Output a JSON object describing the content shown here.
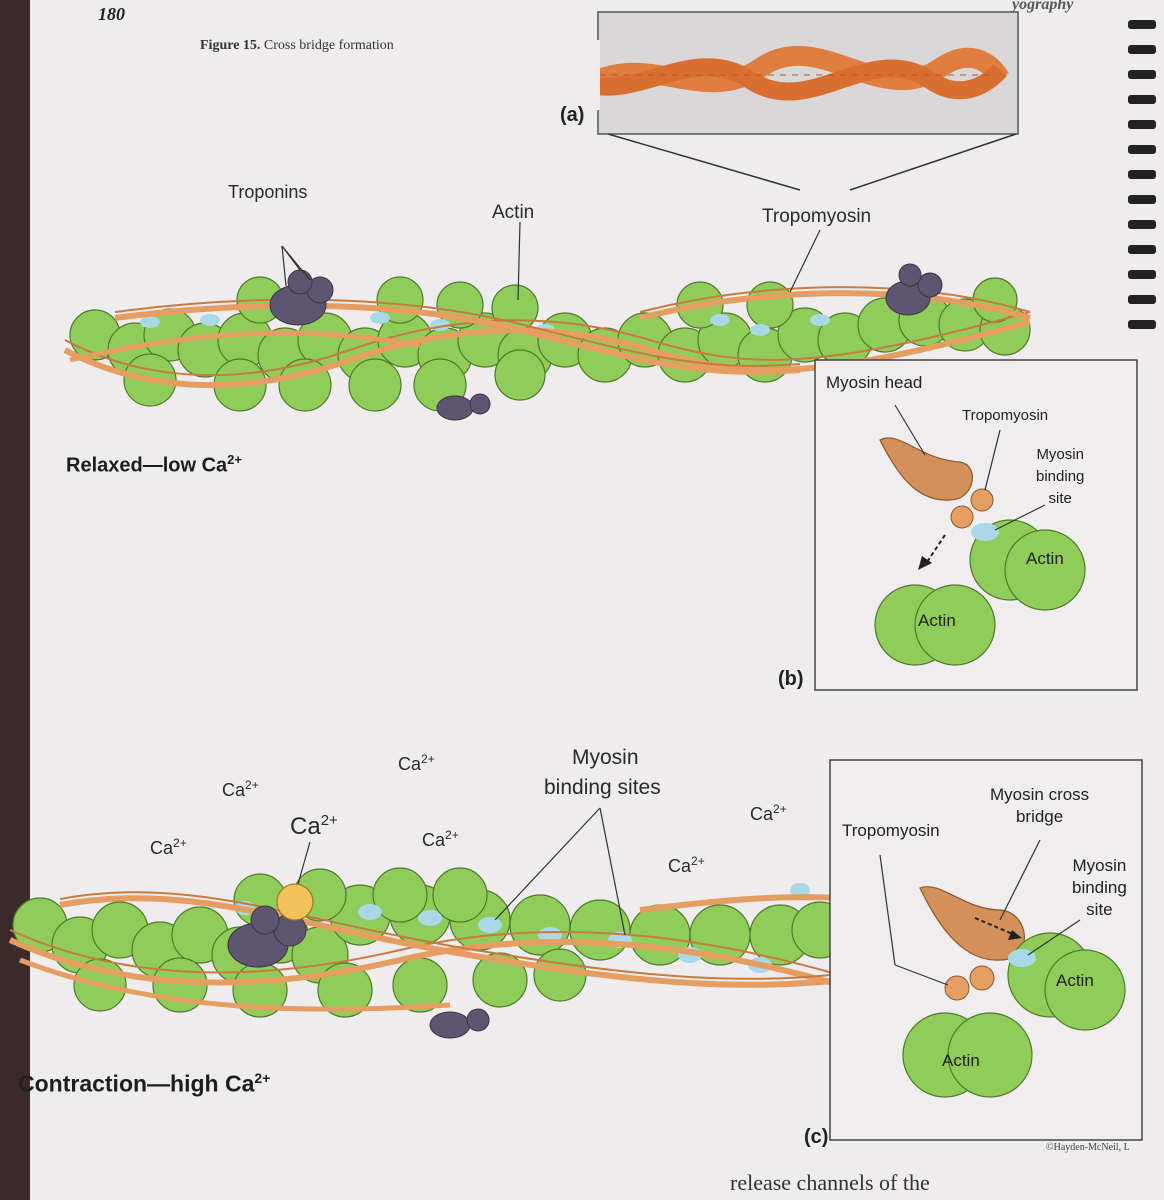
{
  "page": {
    "number": "180",
    "header_right": "yography",
    "copyright": "©Hayden-McNeil, L",
    "bottom_text": "release channels of the"
  },
  "figure": {
    "number": "Figure 15.",
    "title": "Cross bridge formation"
  },
  "panel_a": {
    "letter": "(a)"
  },
  "relaxed": {
    "title": "Relaxed—low Ca",
    "superscript": "2+",
    "labels": {
      "troponins": "Troponins",
      "actin": "Actin",
      "tropomyosin": "Tropomyosin"
    }
  },
  "inset_b": {
    "letter": "(b)",
    "myosin_head": "Myosin head",
    "tropomyosin": "Tropomyosin",
    "binding_site_l1": "Myosin",
    "binding_site_l2": "binding",
    "binding_site_l3": "site",
    "actin_1": "Actin",
    "actin_2": "Actin"
  },
  "contraction": {
    "title": "Contraction—high Ca",
    "superscript": "2+",
    "binding_sites_l1": "Myosin",
    "binding_sites_l2": "binding sites",
    "ca_label": "Ca",
    "ca_sup": "2+"
  },
  "inset_c": {
    "letter": "(c)",
    "tropomyosin": "Tropomyosin",
    "cross_bridge_l1": "Myosin cross",
    "cross_bridge_l2": "bridge",
    "binding_site_l1": "Myosin",
    "binding_site_l2": "binding",
    "binding_site_l3": "site",
    "actin_1": "Actin",
    "actin_2": "Actin"
  },
  "colors": {
    "actin": "#8fcc59",
    "actin_stroke": "#4f7a2a",
    "binding_site": "#a9d8e6",
    "tropomyosin": "#e69d62",
    "troponin": "#5e5570",
    "calcium": "#f2c35a",
    "myosin": "#d49059"
  }
}
